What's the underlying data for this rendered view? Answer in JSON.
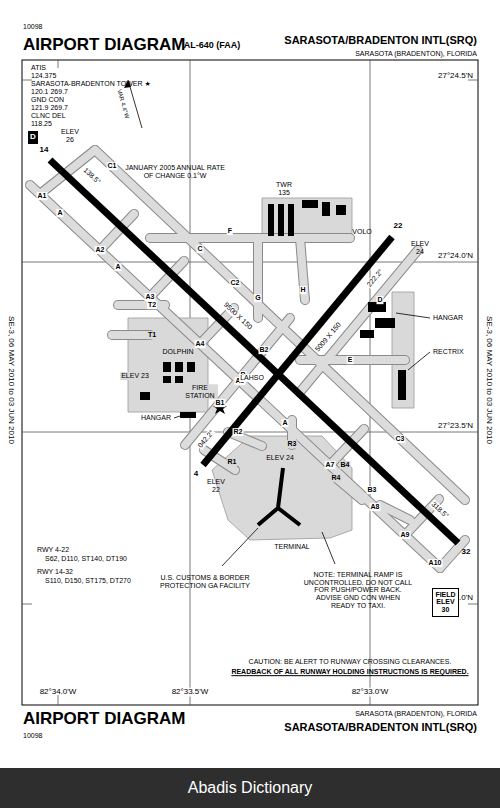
{
  "diagram": {
    "title": "AIRPORT DIAGRAM",
    "nodes": [
      {
        "text": [
          "D"
        ]
      },
      {
        "text": [
          "FIELD ELEV 30"
        ]
      }
    ],
    "labels": [
      "10098",
      "AL-640 (FAA)",
      "SARASOTA/BRADENTON INTL(SRQ)",
      "SARASOTA (BRADENTON), FLORIDA",
      "ATIS",
      "124.375",
      "SARASOTA-BRADENTON TOWER ★",
      "120.1 269.7",
      "GND CON",
      "121.9 269.7",
      "CLNC DEL",
      "118.25",
      "27°24.5'N",
      "27°24.0'N",
      "27°23.5'N",
      "27°23.0'N",
      "82°34.0'W",
      "82°33.5'W",
      "82°33.0'W",
      "SE-3, 06 MAY 2010 to 03 JUN 2010",
      "SE-3, 06 MAY 2010 to 03 JUN 2010",
      "VAR 4.4°W",
      "JANUARY 2005 ANNUAL RATE OF CHANGE 0.1°W",
      "ELEV 26",
      "14",
      "138.5°",
      "TWR 135",
      "VOLO",
      "ELEV 24",
      "22",
      "222.2°",
      "HANGAR",
      "RECTRIX",
      "F",
      "G",
      "H",
      "D",
      "C",
      "E",
      "A",
      "A",
      "A",
      "A1",
      "A2",
      "A3",
      "A4",
      "A5",
      "A7",
      "A8",
      "A9",
      "A10",
      "C1",
      "C2",
      "C3",
      "B",
      "B1",
      "B2",
      "B3",
      "B4",
      "R1",
      "R2",
      "R3",
      "R4",
      "T1",
      "T2",
      "DOLPHIN",
      "FIRE STATION",
      "LAHSO",
      "9500 X 150",
      "5009 X 150",
      "ELEV 23",
      "HANGAR",
      "ELEV 22",
      "4",
      "042.2°",
      "ELEV 24",
      "TERMINAL",
      "U.S. CUSTOMS & BORDER PROTECTION GA FACILITY",
      "NOTE: TERMINAL RAMP IS UNCONTROLLED. DO NOT CALL FOR PUSH/POWER BACK. ADVISE GND CON WHEN READY TO TAXI.",
      "32",
      "318.5°",
      "RWY 4-22",
      "S62, D110, ST140, DT190",
      "RWY 14-32",
      "S110, D150, ST175, DT270",
      "CAUTION: BE ALERT TO RUNWAY CROSSING CLEARANCES.",
      "READBACK OF ALL RUNWAY HOLDING INSTRUCTIONS IS REQUIRED.",
      "AIRPORT DIAGRAM",
      "10098",
      "SARASOTA (BRADENTON), FLORIDA",
      "SARASOTA/BRADENTON INTL(SRQ)",
      "Abadis Dictionary"
    ]
  }
}
